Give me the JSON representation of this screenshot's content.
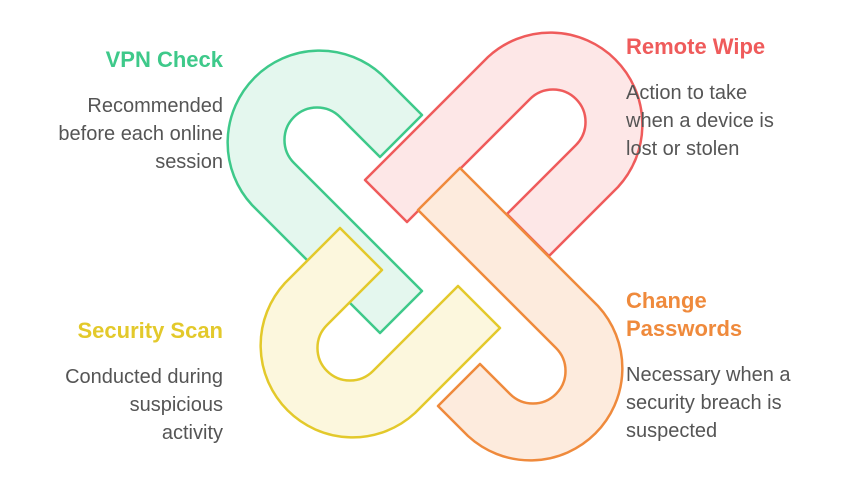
{
  "items": [
    {
      "title": "VPN Check",
      "description": "Recommended\nbefore each online\nsession",
      "color": "#3ec98a",
      "fill": "#e4f7ee"
    },
    {
      "title": "Remote Wipe",
      "description": "Action to take\nwhen a device is\nlost or stolen",
      "color": "#ef5b5b",
      "fill": "#fde7e7"
    },
    {
      "title": "Security Scan",
      "description": "Conducted during\nsuspicious\nactivity",
      "color": "#e3c92b",
      "fill": "#fcf7dd"
    },
    {
      "title": "Change\nPasswords",
      "description": "Necessary when a\nsecurity breach is\nsuspected",
      "color": "#ef8a3c",
      "fill": "#fdebdd"
    }
  ]
}
